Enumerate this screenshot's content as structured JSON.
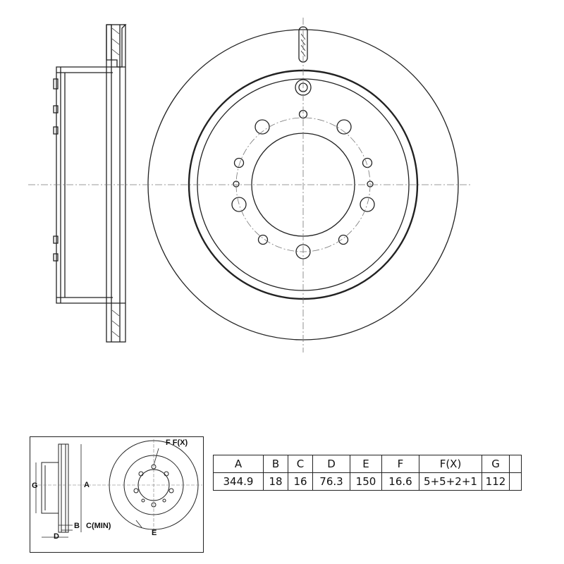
{
  "legend": {
    "labels": {
      "f_fx": "F F(X)",
      "a": "A",
      "g": "G",
      "b": "B",
      "c_min": "C(MIN)",
      "d": "D",
      "e": "E"
    }
  },
  "spec_table": {
    "headers": [
      "A",
      "B",
      "C",
      "D",
      "E",
      "F",
      "F(X)",
      "G",
      ""
    ],
    "values": [
      "344.9",
      "18",
      "16",
      "76.3",
      "150",
      "16.6",
      "5+5+2+1",
      "112",
      ""
    ]
  },
  "colors": {
    "line": "#222222",
    "center_line": "#777777",
    "background": "#ffffff"
  }
}
